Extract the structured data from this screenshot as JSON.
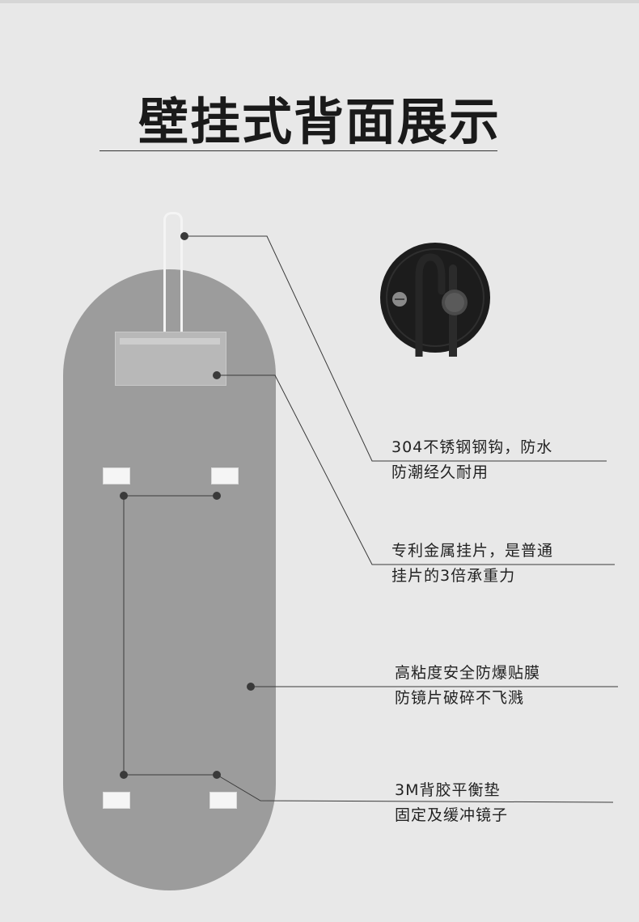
{
  "page": {
    "title": "壁挂式背面展示"
  },
  "callouts": [
    {
      "line1": "304不锈钢钢钩，防水",
      "line2": "防潮经久耐用"
    },
    {
      "line1": "专利金属挂片，是普通",
      "line2": "挂片的3倍承重力"
    },
    {
      "line1": "高粘度安全防爆贴膜",
      "line2": "防镜片破碎不飞溅"
    },
    {
      "line1": "3M背胶平衡垫",
      "line2": "固定及缓冲镜子"
    }
  ],
  "colors": {
    "background": "#e8e8e8",
    "mirror_back": "#9c9c9c",
    "hook_detail": "#1c1c1c"
  }
}
